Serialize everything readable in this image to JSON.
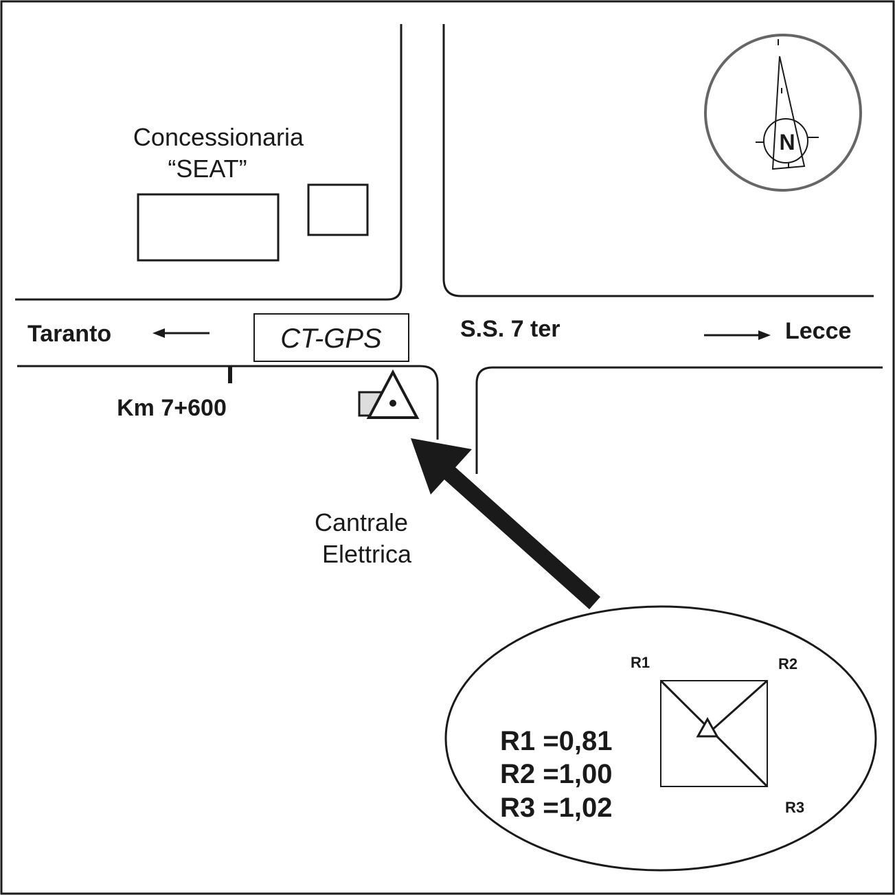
{
  "labels": {
    "dealer_line1": "Concessionaria",
    "dealer_line2": "“SEAT”",
    "west": "Taranto",
    "east": "Lecce",
    "road": "S.S. 7 ter",
    "station": "CT-GPS",
    "km": "Km 7+600",
    "plant_line1": "Cantrale",
    "plant_line2": "Elettrica",
    "north": "N"
  },
  "inset": {
    "corners": [
      "R1",
      "R2",
      "R3"
    ],
    "values": [
      "R1 =0,81",
      "R2 =1,00",
      "R3 =1,02"
    ]
  },
  "colors": {
    "ink": "#1a1a1a",
    "compass": "#666666",
    "building_fill": "#dddddd"
  }
}
